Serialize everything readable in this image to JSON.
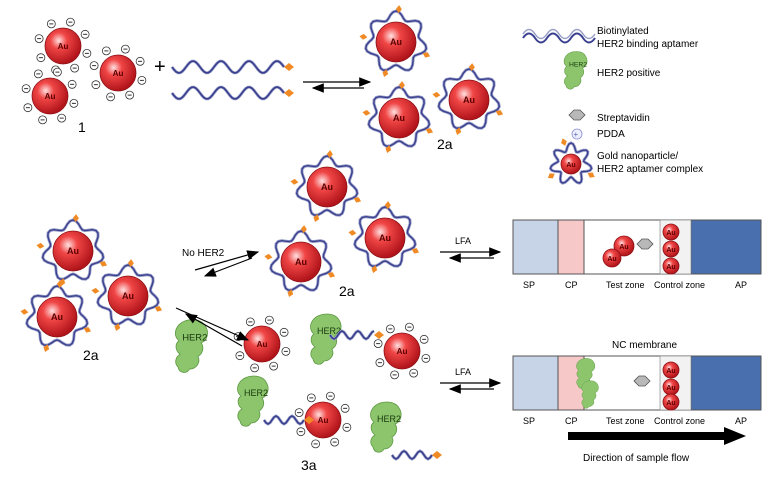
{
  "particle_label": "Au",
  "stage_labels": {
    "s1": "1",
    "s2a_top": "2a",
    "s2a_left": "2a",
    "s2a_mid": "2a",
    "s3a": "3a"
  },
  "legend": {
    "aptamer_line1": "Biotinylated",
    "aptamer_line2": "HER2 binding aptamer",
    "her2_icon_text": "HER2",
    "her2": "HER2 positive",
    "streptavidin": "Streptavidin",
    "pdda": "PDDA",
    "complex_line1": "Gold nanoparticle/",
    "complex_line2": "HER2  aptamer complex"
  },
  "arrows": {
    "no_her2": "No HER2",
    "lfa_top": "LFA",
    "lfa_bottom": "LFA",
    "plus": "+"
  },
  "her2_label": "HER2",
  "strip_top": {
    "sp": "SP",
    "cp": "CP",
    "test": "Test zone",
    "control": "Control zone",
    "ap": "AP"
  },
  "strip_bottom": {
    "title": "NC membrane",
    "sp": "SP",
    "cp": "CP",
    "test": "Test zone",
    "control": "Control zone",
    "ap": "AP"
  },
  "flow_label": "Direction of sample flow",
  "colors": {
    "particle": "#e3262b",
    "aptamer": "#3a3f8f",
    "tag": "#f08a24",
    "her2": "#8cc56b",
    "sp": "#c7d4e8",
    "cp": "#f6c8c8",
    "ap": "#4a6fae"
  }
}
